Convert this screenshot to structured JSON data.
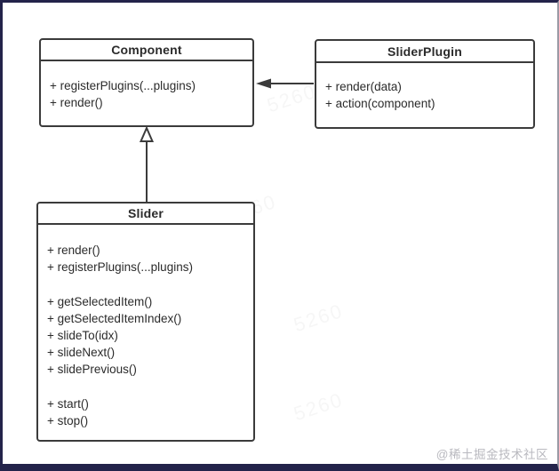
{
  "diagram": {
    "classes": [
      {
        "name": "Component",
        "sections": [
          [
            "+ registerPlugins(...plugins)",
            "+ render()"
          ]
        ]
      },
      {
        "name": "SliderPlugin",
        "sections": [
          [
            "+ render(data)",
            "+ action(component)"
          ]
        ]
      },
      {
        "name": "Slider",
        "sections": [
          [
            "+ render()",
            "+ registerPlugins(...plugins)"
          ],
          [
            "+ getSelectedItem()",
            "+ getSelectedItemIndex()",
            "+ slideTo(idx)",
            "+ slideNext()",
            "+ slidePrevious()"
          ],
          [
            "+ start()",
            "+ stop()"
          ]
        ]
      }
    ],
    "relations": [
      {
        "type": "inheritance",
        "from": "Slider",
        "to": "Component",
        "arrowhead": "open-triangle"
      },
      {
        "type": "association",
        "from": "SliderPlugin",
        "to": "Component",
        "arrowhead": "filled-triangle"
      }
    ]
  },
  "watermark": {
    "diagonal_text": "5260",
    "credit": "@稀土掘金技术社区"
  },
  "colors": {
    "frame": "#23234a",
    "box_border": "#3b3b3b",
    "text": "#2b2b2b",
    "credit_text": "#b9b9bf",
    "background": "#ffffff"
  }
}
